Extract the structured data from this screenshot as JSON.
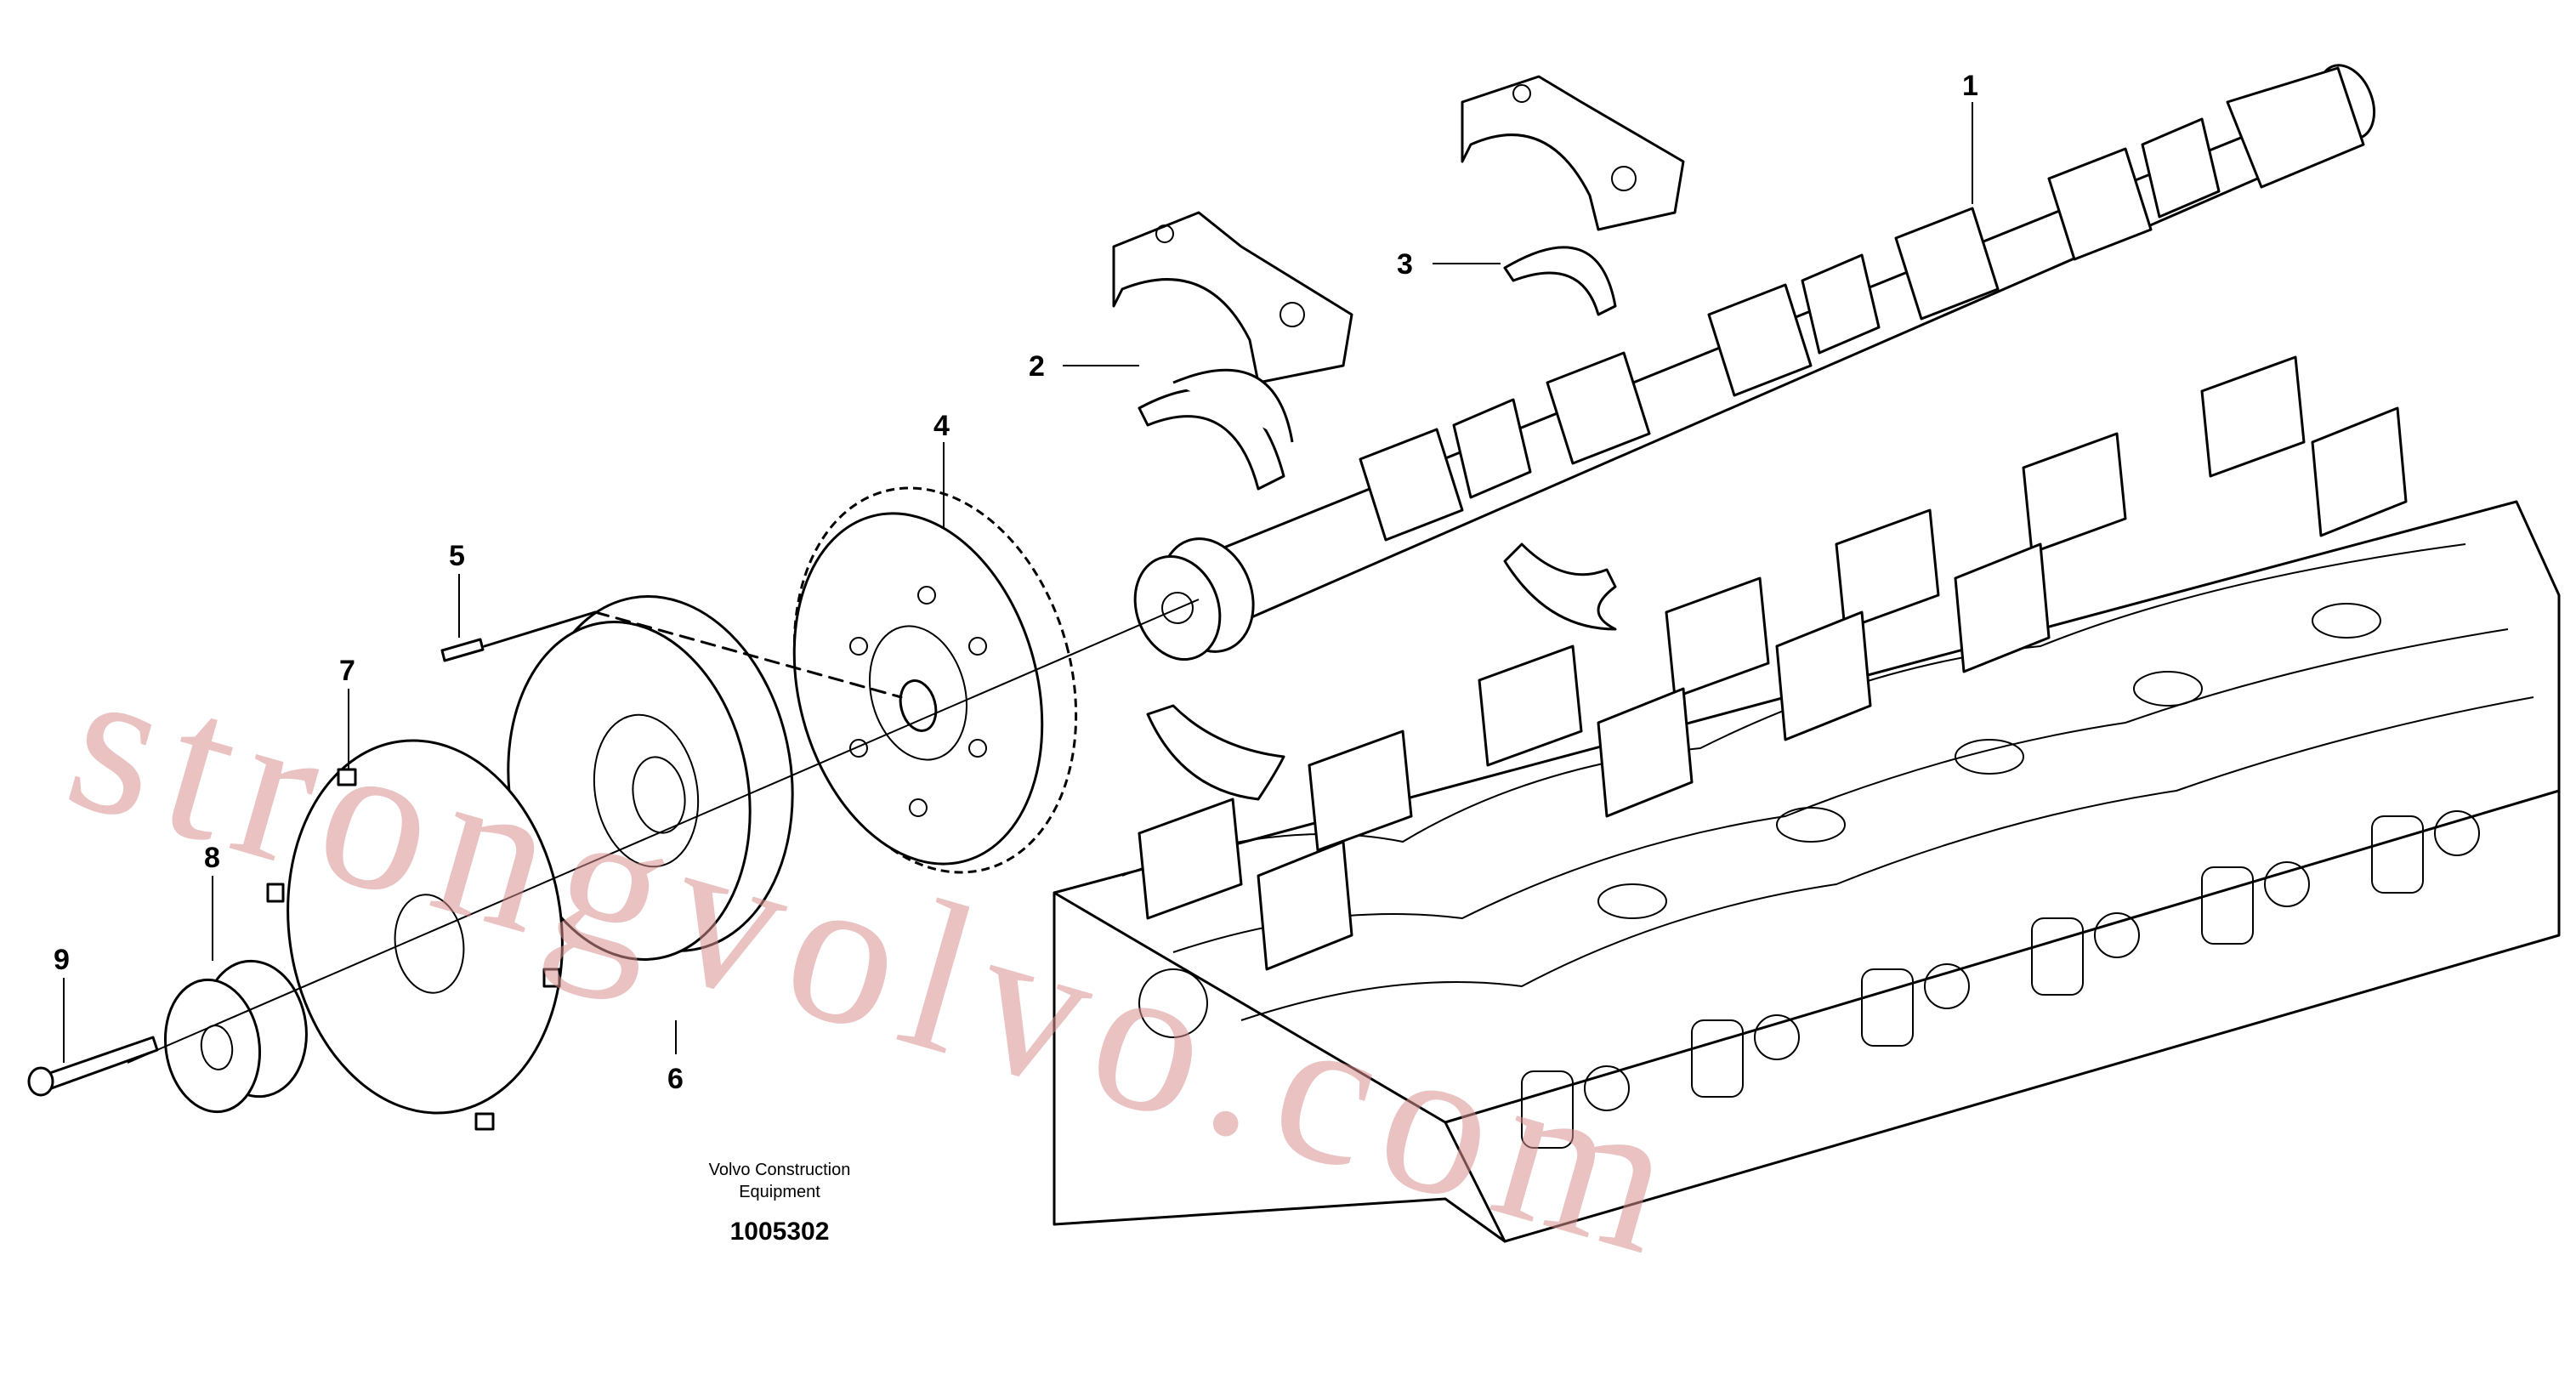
{
  "callouts": [
    "1",
    "2",
    "3",
    "4",
    "5",
    "6",
    "7",
    "8",
    "9"
  ],
  "caption": {
    "line1": "Volvo Construction",
    "line2": "Equipment",
    "drawing_number": "1005302"
  },
  "watermark": "strongvolvo.com",
  "colors": {
    "watermark": "#d98f8f",
    "line": "#000000",
    "background": "#ffffff"
  }
}
